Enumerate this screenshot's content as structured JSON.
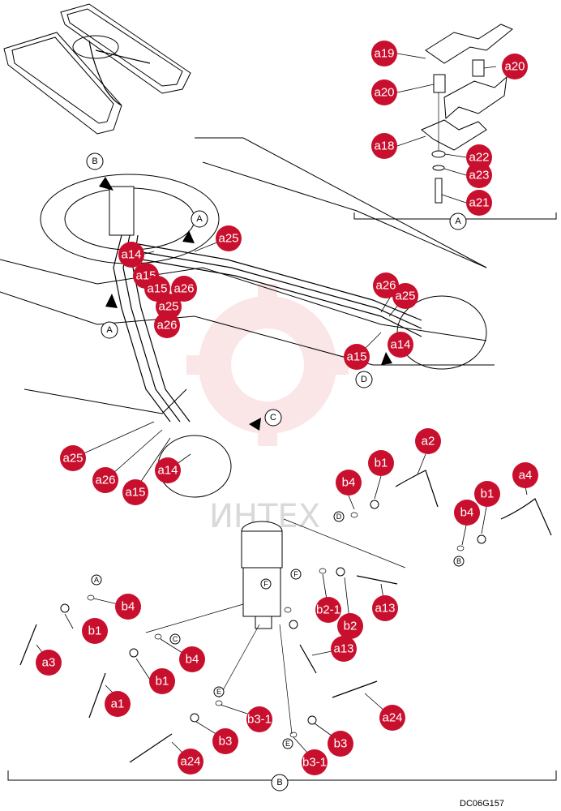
{
  "drawing_code": "DC06G157",
  "watermark": "ИНТЕХ",
  "view_refs": {
    "A": "A",
    "B": "B",
    "C": "C",
    "D": "D",
    "E": "E",
    "F": "F"
  },
  "callouts": {
    "a1": "a1",
    "a2": "a2",
    "a3": "a3",
    "a4": "a4",
    "a13": "a13",
    "a14": "a14",
    "a15": "a15",
    "a18": "a18",
    "a19": "a19",
    "a20": "a20",
    "a21": "a21",
    "a22": "a22",
    "a23": "a23",
    "a24": "a24",
    "a25": "a25",
    "a26": "a26",
    "b1": "b1",
    "b2": "b2",
    "b2_1": "b2-1",
    "b3": "b3",
    "b3_1": "b3-1",
    "b4": "b4"
  },
  "colors": {
    "callout_fill": "#c8102e",
    "callout_text": "#ffffff",
    "watermark": "#f2b8b8"
  }
}
